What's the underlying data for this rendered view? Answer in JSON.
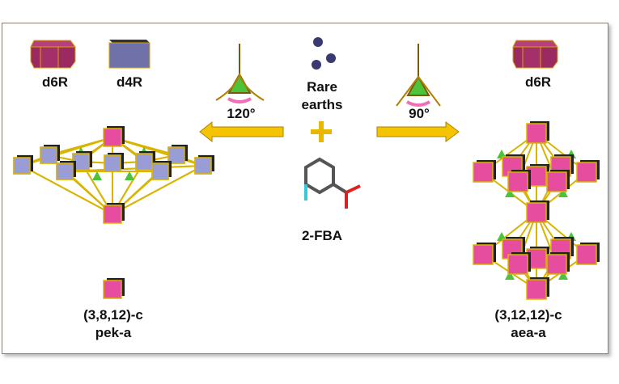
{
  "legend_left": {
    "d6r_label": "d6R",
    "d4r_label": "d4R"
  },
  "legend_right": {
    "d6r_label": "d6R"
  },
  "center": {
    "rare_earths_line1": "Rare",
    "rare_earths_line2": "earths",
    "ligand_label": "2-FBA"
  },
  "angles": {
    "left": "120°",
    "right": "90°"
  },
  "left_structure": {
    "connectivity": "(3,8,12)-c",
    "name": "pek-a"
  },
  "right_structure": {
    "connectivity": "(3,12,12)-c",
    "name": "aea-a"
  },
  "colors": {
    "d6r": "#9b2a62",
    "d6r_face": "#e64d9e",
    "d4r": "#6f71a8",
    "d4r_face": "#9a9cd6",
    "arrow": "#f5c400",
    "edge": "#d9b400",
    "triangle": "#4cc43a",
    "angle_arc": "#f06fb5",
    "atom": "#3a3a70",
    "fluorine": "#39c8d8",
    "oxygen": "#e02020",
    "bond": "#555555"
  }
}
